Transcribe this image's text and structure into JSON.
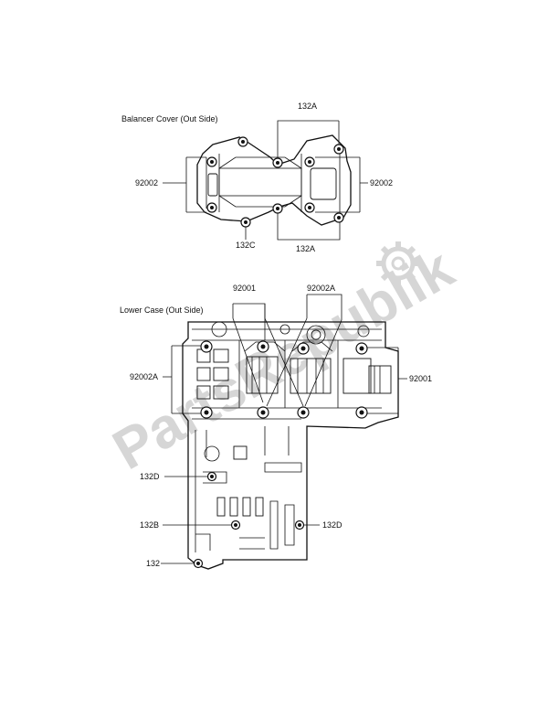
{
  "titles": {
    "balancer_cover": "Balancer Cover (Out Side)",
    "lower_case": "Lower Case (Out Side)"
  },
  "labels": {
    "bc_132A_top": "132A",
    "bc_92002_left": "92002",
    "bc_92002_right": "92002",
    "bc_132C": "132C",
    "bc_132A_bottom": "132A",
    "lc_92001_top": "92001",
    "lc_92002A_top": "92002A",
    "lc_92002A_left": "92002A",
    "lc_92001_right": "92001",
    "lc_132D_upper": "132D",
    "lc_132B": "132B",
    "lc_132D_lower": "132D",
    "lc_132": "132"
  },
  "watermark": {
    "text": "PartsRepublik",
    "color": "#d6d6d6"
  },
  "colors": {
    "line": "#111111",
    "background": "#ffffff"
  },
  "icons": [
    "gear-icon"
  ]
}
